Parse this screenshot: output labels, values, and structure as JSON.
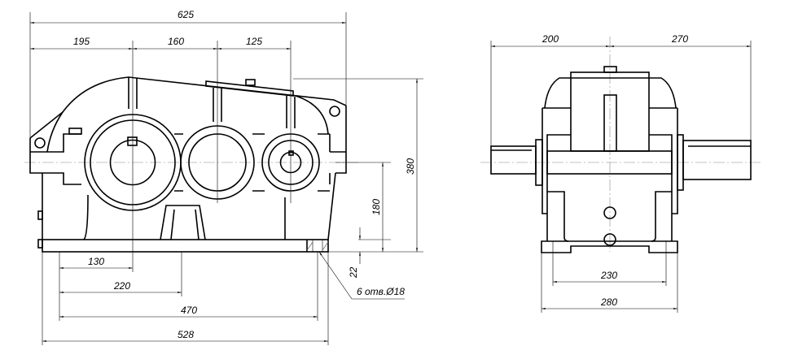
{
  "title": "Gear reducer assembly drawing",
  "front_view": {
    "dims": {
      "overall_length": "625",
      "center_1": "195",
      "center_2": "160",
      "center_3": "125",
      "height": "380",
      "axis_height": "180",
      "base_thickness": "22",
      "bolt_1": "130",
      "bolt_2": "220",
      "bolt_3": "470",
      "base_length": "528"
    },
    "hole_note": "6 отв.Ø18"
  },
  "side_view": {
    "dims": {
      "shaft_left": "200",
      "shaft_right": "270",
      "bolt_span": "230",
      "base_width": "280"
    }
  }
}
